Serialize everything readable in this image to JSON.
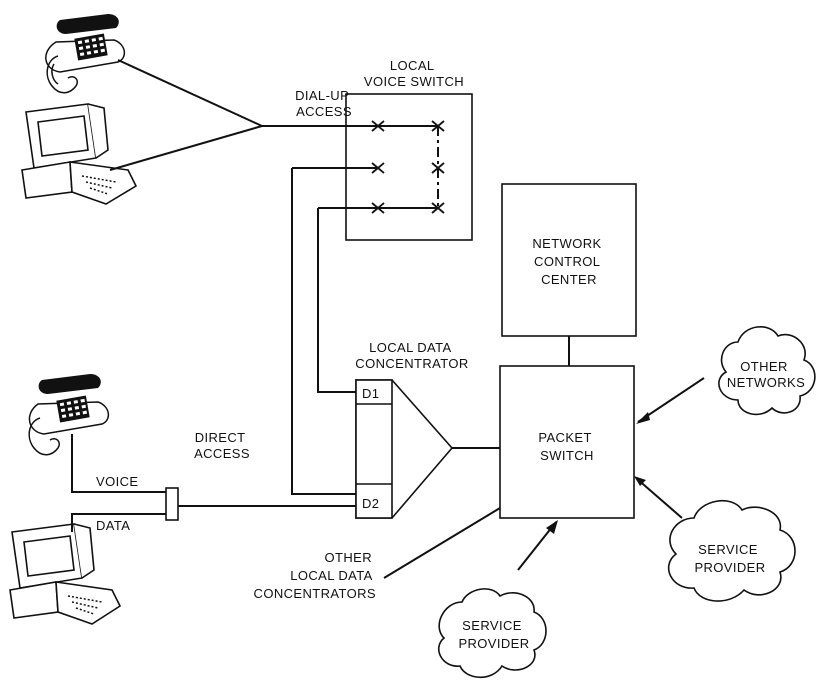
{
  "labels": {
    "local_voice_switch": [
      "LOCAL",
      "VOICE SWITCH"
    ],
    "dial_up_access": [
      "DIAL-UP",
      "ACCESS"
    ],
    "network_control_center": [
      "NETWORK",
      "CONTROL",
      "CENTER"
    ],
    "local_data_concentrator": [
      "LOCAL DATA",
      "CONCENTRATOR"
    ],
    "d1": "D1",
    "d2": "D2",
    "packet_switch": [
      "PACKET",
      "SWITCH"
    ],
    "other_networks": [
      "OTHER",
      "NETWORKS"
    ],
    "direct_access": [
      "DIRECT",
      "ACCESS"
    ],
    "voice": "VOICE",
    "data": "DATA",
    "service_provider_right": [
      "SERVICE",
      "PROVIDER"
    ],
    "other_local_data_concentrators": [
      "OTHER",
      "LOCAL DATA",
      "CONCENTRATORS"
    ],
    "service_provider_bottom": [
      "SERVICE",
      "PROVIDER"
    ]
  }
}
